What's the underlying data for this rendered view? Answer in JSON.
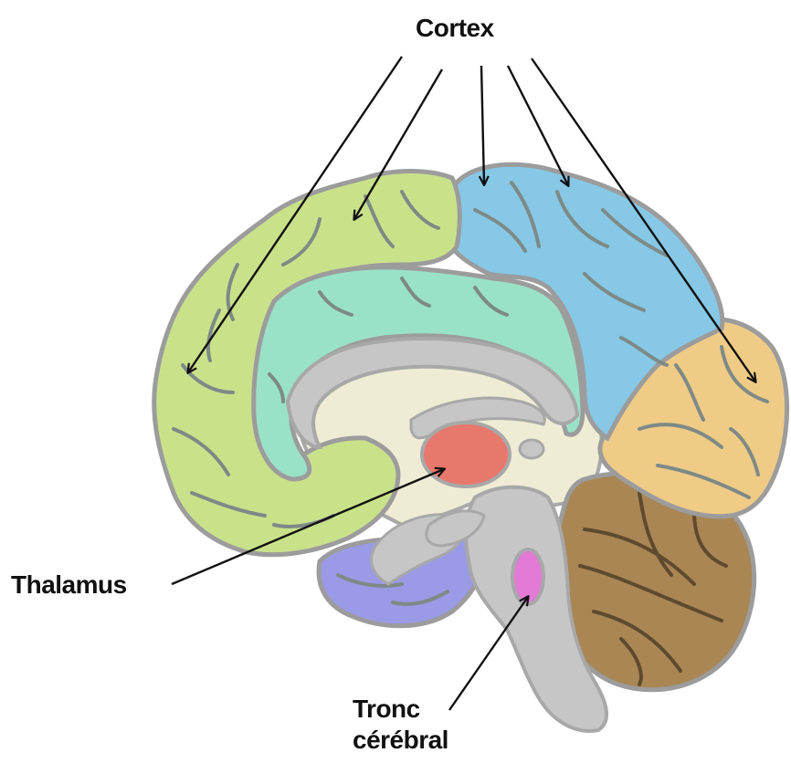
{
  "labels": {
    "cortex": "Cortex",
    "thalamus": "Thalamus",
    "tronc_line1": "Tronc",
    "tronc_line2": "cérébral"
  },
  "colors": {
    "frontal": "#c9e28a",
    "cingulate": "#99e2c8",
    "parietal": "#86c8e6",
    "occipital": "#efcb86",
    "cerebellum": "#a98654",
    "temporal": "#9a9ae6",
    "thalamus": "#e8786c",
    "brainstem_nucleus": "#e27ad6",
    "white_matter": "#eeecd4",
    "gray_structures": "#c6c6c6",
    "outline": "#9c9c9c",
    "arrow": "#111111"
  }
}
